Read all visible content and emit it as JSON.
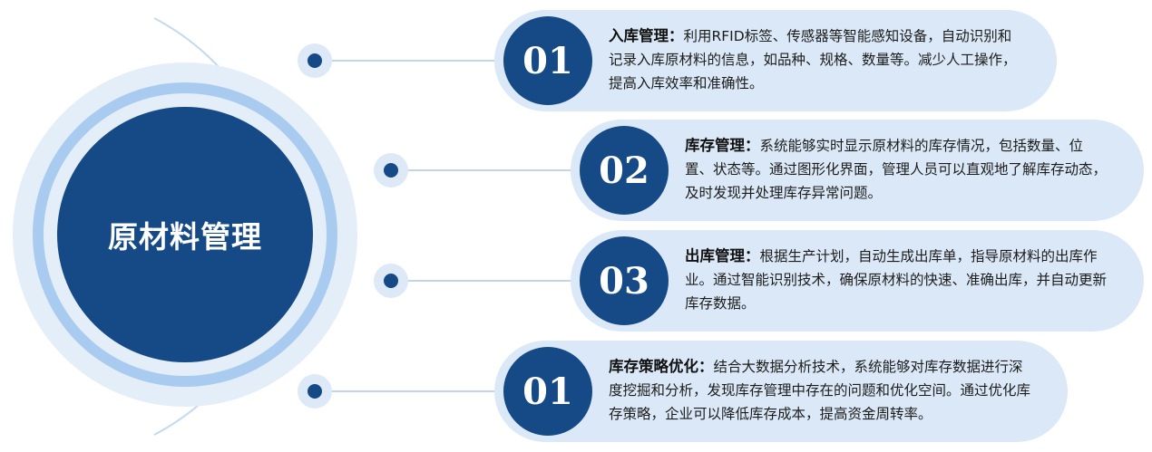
{
  "center": {
    "title": "原材料管理"
  },
  "items": [
    {
      "number": "01",
      "title": "入库管理：",
      "body": "利用RFID标签、传感器等智能感知设备，自动识别和记录入库原材料的信息，如品种、规格、数量等。减少人工操作，提高入库效率和准确性。"
    },
    {
      "number": "02",
      "title": "库存管理：",
      "body": "系统能够实时显示原材料的库存情况，包括数量、位置、状态等。通过图形化界面，管理人员可以直观地了解库存动态，及时发现并处理库存异常问题。"
    },
    {
      "number": "03",
      "title": "出库管理：",
      "body": "根据生产计划，自动生成出库单，指导原材料的出库作业。通过智能识别技术，确保原材料的快速、准确出库，并自动更新库存数据。"
    },
    {
      "number": "01",
      "title": "库存策略优化：",
      "body": "结合大数据分析技术，系统能够对库存数据进行深度挖掘和分析，发现库存管理中存在的问题和优化空间。通过优化库存策略，企业可以降低库存成本，提高资金周转率。"
    }
  ]
}
